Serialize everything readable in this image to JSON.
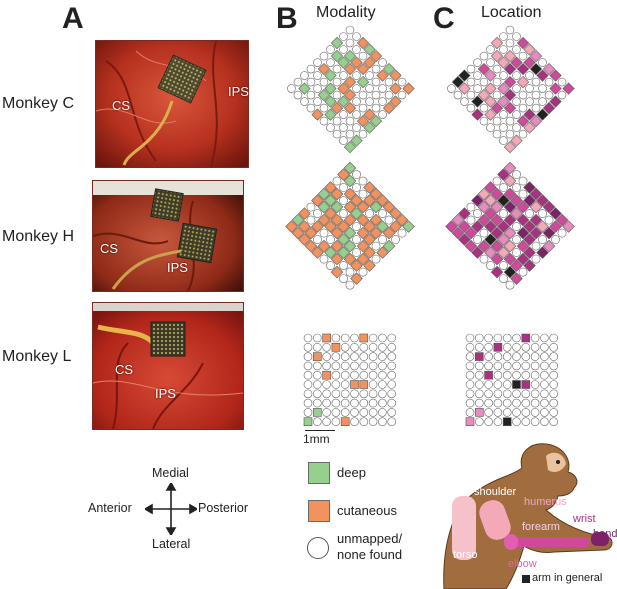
{
  "panels": {
    "a": {
      "letter": "A"
    },
    "b": {
      "letter": "B",
      "title": "Modality"
    },
    "c": {
      "letter": "C",
      "title": "Location"
    }
  },
  "monkeys": [
    {
      "name": "Monkey C",
      "labels": {
        "cs": "CS",
        "ips": "IPS"
      }
    },
    {
      "name": "Monkey H",
      "labels": {
        "cs": "CS",
        "ips": "IPS"
      }
    },
    {
      "name": "Monkey L",
      "labels": {
        "cs": "CS",
        "ips": "IPS"
      }
    }
  ],
  "compass": {
    "medial": "Medial",
    "lateral": "Lateral",
    "anterior": "Anterior",
    "posterior": "Posterior"
  },
  "scale_bar": "1mm",
  "legend": {
    "deep": {
      "label": "deep",
      "color": "#97cf8e"
    },
    "cutaneous": {
      "label": "cutaneous",
      "color": "#f1925f"
    },
    "unmapped": {
      "label_line1": "unmapped/",
      "label_line2": "none found"
    }
  },
  "body_map": {
    "shoulder": "shoulder",
    "humerus": "humerus",
    "wrist": "wrist",
    "forearm": "forearm",
    "hand": "hand",
    "torso": "torso",
    "elbow": "elbow",
    "arm_general": "arm in general"
  },
  "colors": {
    "deep": "#97cf8e",
    "cutaneous": "#f1925f",
    "torso": "#f6c1c9",
    "shoulder": "#f4a9b8",
    "humerus": "#e88cc0",
    "elbow": "#e05fae",
    "forearm": "#cf4a9a",
    "wrist": "#a8327f",
    "hand": "#7d2268",
    "arm_general": "#222222",
    "brain_tissue": "#b8301f"
  }
}
